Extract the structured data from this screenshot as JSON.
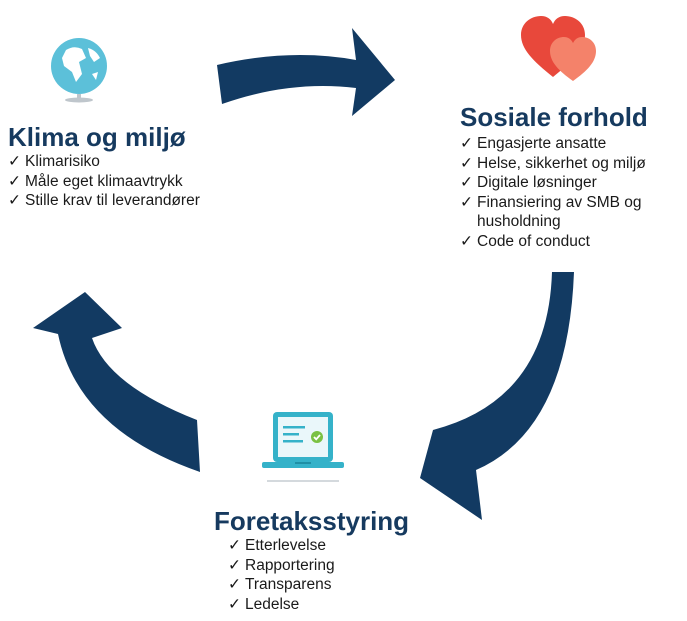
{
  "colors": {
    "arrow": "#123a62",
    "title": "#163a5f",
    "globe": "#5cc0d9",
    "heart_back": "#e8483b",
    "heart_front": "#f4826a",
    "laptop": "#35b2c9"
  },
  "icons": {
    "globe": "globe-icon",
    "hearts": "hearts-icon",
    "laptop": "laptop-check-icon"
  },
  "check_mark": "✓",
  "climate": {
    "title": "Klima og miljø",
    "items": [
      "Klimarisiko",
      "Måle eget klimaavtrykk",
      "Stille krav til leverandører"
    ]
  },
  "social": {
    "title": "Sosiale forhold",
    "items": [
      "Engasjerte ansatte",
      "Helse, sikkerhet og miljø",
      "Digitale løsninger",
      "Finansiering av SMB og",
      "husholdning",
      "Code of conduct"
    ]
  },
  "governance": {
    "title": "Foretaksstyring",
    "items": [
      "Etterlevelse",
      "Rapportering",
      "Transparens",
      "Ledelse"
    ]
  }
}
